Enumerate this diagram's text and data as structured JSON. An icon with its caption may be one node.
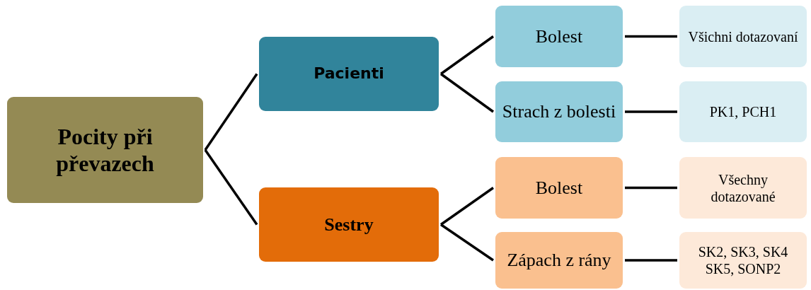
{
  "diagram": {
    "nodes": [
      {
        "text": [
          "Pocity při převazech"
        ]
      },
      {
        "text": [
          "Pacienti"
        ]
      },
      {
        "text": [
          "Sestry"
        ]
      },
      {
        "text": [
          "Bolest"
        ]
      },
      {
        "text": [
          "Strach z bolesti"
        ]
      },
      {
        "text": [
          "Bolest"
        ]
      },
      {
        "text": [
          "Zápach z rány"
        ]
      },
      {
        "text": [
          "Všichni dotazovaní"
        ]
      },
      {
        "text": [
          "PK1, PCH1"
        ]
      },
      {
        "text": [
          "Všechny dotazované"
        ]
      },
      {
        "text": [
          "SK2, SK3, SK4 SK5, SONP2"
        ]
      }
    ],
    "edges": [
      {
        "from": 0,
        "to": 1,
        "arrow": "none"
      },
      {
        "from": 0,
        "to": 2,
        "arrow": "none"
      },
      {
        "from": 1,
        "to": 3,
        "arrow": "none"
      },
      {
        "from": 1,
        "to": 4,
        "arrow": "none"
      },
      {
        "from": 2,
        "to": 5,
        "arrow": "none"
      },
      {
        "from": 2,
        "to": 6,
        "arrow": "none"
      },
      {
        "from": 3,
        "to": 7,
        "arrow": "none"
      },
      {
        "from": 4,
        "to": 8,
        "arrow": "none"
      },
      {
        "from": 5,
        "to": 9,
        "arrow": "none"
      },
      {
        "from": 6,
        "to": 10,
        "arrow": "none"
      }
    ]
  }
}
